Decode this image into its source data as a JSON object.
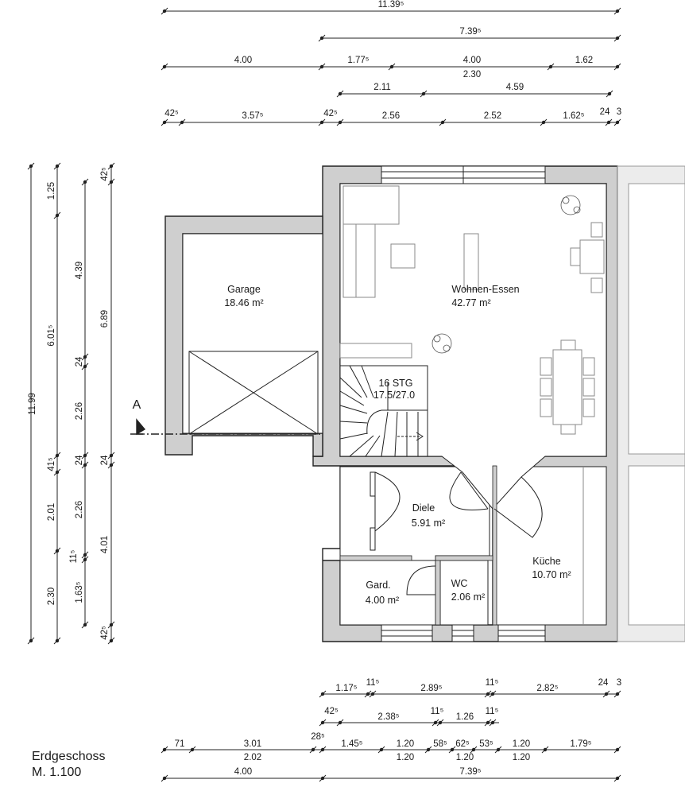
{
  "rooms": {
    "garage": {
      "name": "Garage",
      "area": "18.46 m²"
    },
    "wohnen": {
      "name": "Wohnen-Essen",
      "area": "42.77 m²"
    },
    "diele": {
      "name": "Diele",
      "area": "5.91 m²"
    },
    "kueche": {
      "name": "Küche",
      "area": "10.70 m²"
    },
    "gard": {
      "name": "Gard.",
      "area": "4.00 m²"
    },
    "wc": {
      "name": "WC",
      "area": "2.06 m²"
    }
  },
  "stair": {
    "line1": "16 STG",
    "line2": "17.5/27.0"
  },
  "section_marker": "A",
  "caption": {
    "line1": "Erdgeschoss",
    "line2": "M. 1.100"
  },
  "dims_top": {
    "r1": [
      "11.39⁵"
    ],
    "r2": [
      "7.39⁵"
    ],
    "r3": [
      "4.00",
      "1.77⁵",
      "4.00",
      "1.62",
      "2.30"
    ],
    "r4": [
      "2.11",
      "4.59"
    ],
    "r5": [
      "42⁵",
      "3.57⁵",
      "42⁵",
      "2.56",
      "2.52",
      "1.62⁵",
      "24",
      "3"
    ]
  },
  "dims_left": {
    "c1": [
      "11.99"
    ],
    "c2": [
      "1.25",
      "6.01⁵",
      "41⁵",
      "2.01",
      "2.30"
    ],
    "c3": [
      "4.39",
      "24",
      "2.26",
      "24",
      "2.26",
      "11⁵",
      "1.63⁵"
    ],
    "c4": [
      "42⁵",
      "6.89",
      "24",
      "4.01",
      "42⁵"
    ]
  },
  "dims_bottom": {
    "r1": [
      "1.17⁵",
      "11⁵",
      "2.89⁵",
      "11⁵",
      "2.82⁵",
      "24",
      "3"
    ],
    "r2": [
      "42⁵",
      "2.38⁵",
      "11⁵",
      "1.26",
      "11⁵"
    ],
    "r3": [
      "71",
      "3.01",
      "2.02",
      "28⁵",
      "1.45⁵",
      "1.20",
      "1.20",
      "58⁵",
      "62⁵",
      "1.20",
      "53⁵",
      "1.20",
      "1.20",
      "1.79⁵"
    ],
    "r4": [
      "4.00",
      "7.39⁵"
    ]
  }
}
